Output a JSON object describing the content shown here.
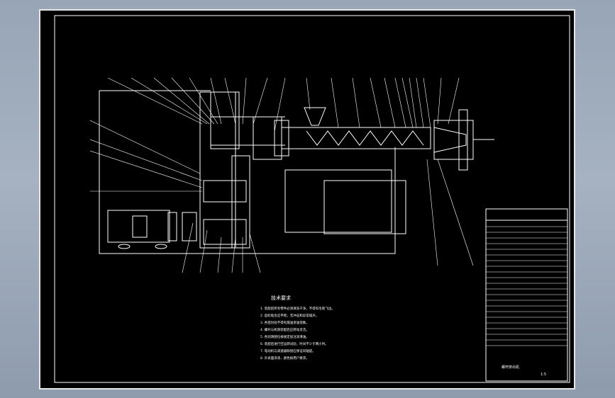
{
  "drawing": {
    "title": "技术要求",
    "notes": [
      "1. 装配前所有零件必须清洗干净，不得有毛刺飞边。",
      "2. 齿轮啮合应平稳，无冲击和异常噪声。",
      "3. 各密封处不得有漏油渗油现象。",
      "4. 螺杆与机筒装配后应转动灵活。",
      "5. 各润滑部位按规定加注润滑油。",
      "6. 装配后进行空运转试验，时间不少于两小时。",
      "7. 电动机与减速器联接应保证同轴度。",
      "8. 外表面涂漆，颜色按用户要求。"
    ]
  },
  "title_block": {
    "name": "螺杆挤出机",
    "scale": "1:5"
  },
  "colors": {
    "sheet": "#000000",
    "line": "#ffffff",
    "frame": "#e6e6e6"
  }
}
